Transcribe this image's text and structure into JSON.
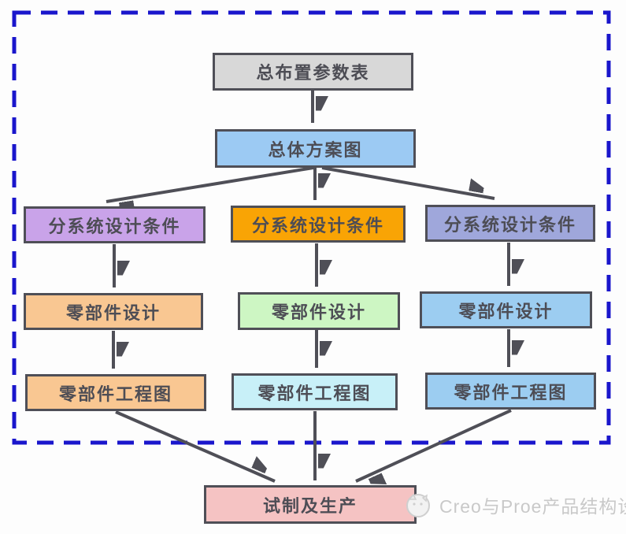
{
  "flow": {
    "param_table": {
      "label": "总布置参数表",
      "bg": "#d8d8d8"
    },
    "overall_plan": {
      "label": "总体方案图",
      "bg": "#9ccaf3"
    },
    "columns": [
      {
        "condition": {
          "label": "分系统设计条件",
          "bg": "#c9a3e9"
        },
        "design": {
          "label": "零部件设计",
          "bg": "#f9c792"
        },
        "drawing": {
          "label": "零部件工程图",
          "bg": "#f9c792"
        }
      },
      {
        "condition": {
          "label": "分系统设计条件",
          "bg": "#f9a405"
        },
        "design": {
          "label": "零部件设计",
          "bg": "#cdf6c3"
        },
        "drawing": {
          "label": "零部件工程图",
          "bg": "#c8f0f8"
        }
      },
      {
        "condition": {
          "label": "分系统设计条件",
          "bg": "#9fa7db"
        },
        "design": {
          "label": "零部件设计",
          "bg": "#9ccdf1"
        },
        "drawing": {
          "label": "零部件工程图",
          "bg": "#9ccdf1"
        }
      }
    ],
    "production": {
      "label": "试制及生产",
      "bg": "#f5c3c3"
    }
  },
  "colors": {
    "dashed_boundary": "#1a16cc",
    "box_border": "#4f4f57",
    "arrow": "#4f4f57",
    "text": "#4d4d55",
    "watermark_text": "#c9c9c9"
  },
  "watermark": {
    "text": "Creo与Proe产品结构设计",
    "logo": "wechat-account-logo"
  }
}
